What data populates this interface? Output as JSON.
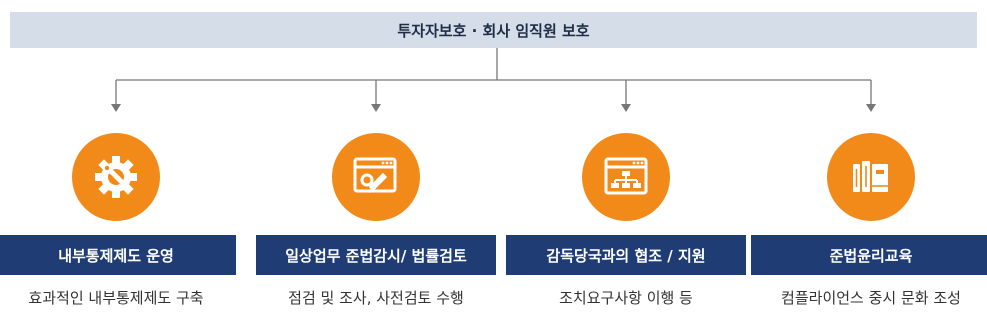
{
  "header": {
    "title": "투자자보호 · 회사 임직원 보호"
  },
  "items": [
    {
      "icon": "gear-wrench-icon",
      "label": "내부통제제도 운영",
      "desc": "효과적인 내부통제제도 구축"
    },
    {
      "icon": "browser-edit-icon",
      "label": "일상업무 준법감시/ 법률검토",
      "desc": "점검 및 조사, 사전검토 수행"
    },
    {
      "icon": "browser-hierarchy-icon",
      "label": "감독당국과의 협조 / 지원",
      "desc": "조치요구사항 이행 등"
    },
    {
      "icon": "books-icon",
      "label": "준법윤리교육",
      "desc": "컴플라이언스 중시 문화 조성"
    }
  ],
  "colors": {
    "header_bg": "#d4dde8",
    "accent_orange": "#f28a1a",
    "label_bg": "#1f3d74",
    "connector": "#777777"
  }
}
